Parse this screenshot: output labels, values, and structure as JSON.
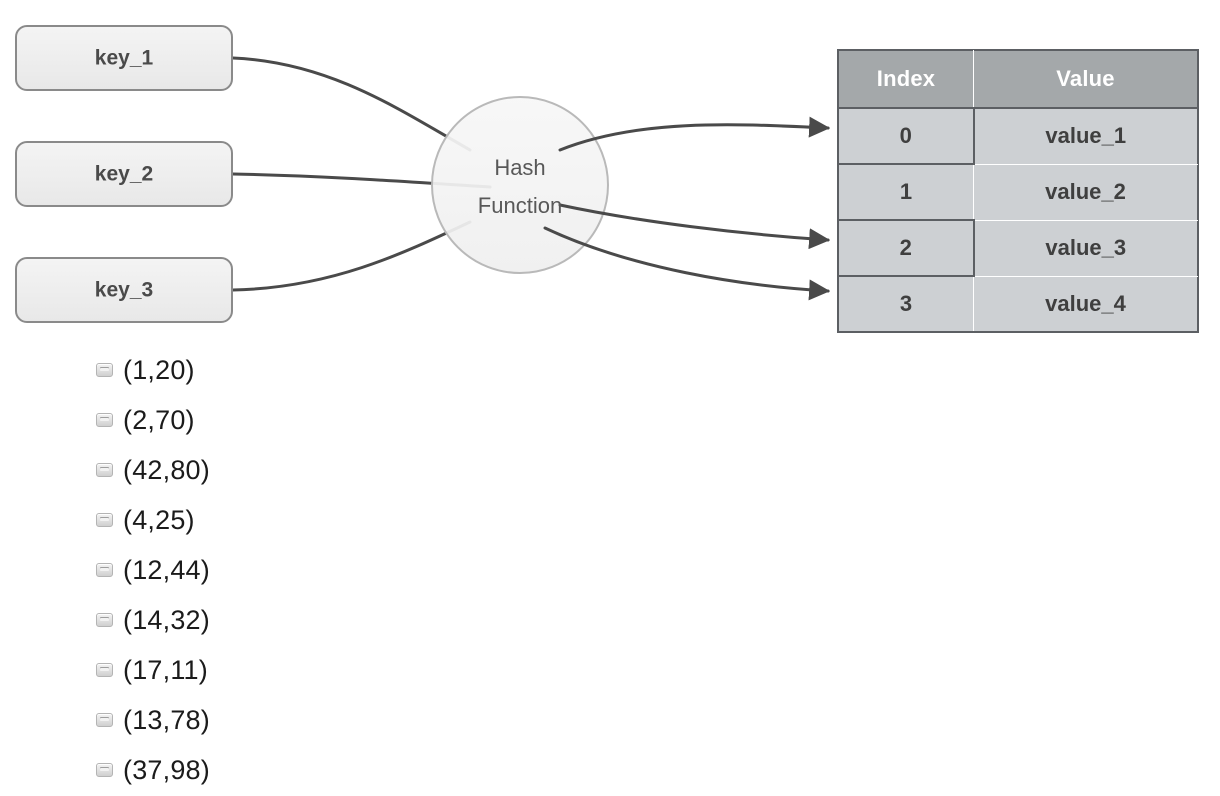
{
  "diagram": {
    "title": "hash-table-diagram",
    "keys": [
      {
        "label": "key_1"
      },
      {
        "label": "key_2"
      },
      {
        "label": "key_3"
      }
    ],
    "hash_function": {
      "line1": "Hash",
      "line2": "Function"
    },
    "table": {
      "columns": [
        "Index",
        "Value"
      ],
      "rows": [
        {
          "index": "0",
          "value": "value_1",
          "highlighted": true
        },
        {
          "index": "1",
          "value": "value_2",
          "highlighted": false
        },
        {
          "index": "2",
          "value": "value_3",
          "highlighted": true
        },
        {
          "index": "3",
          "value": "value_4",
          "highlighted": true
        }
      ]
    },
    "colors": {
      "key_box_fill": "#eeeeee",
      "key_box_border": "#8a8a8a",
      "circle_fill": "#f2f2f2",
      "circle_border": "#b9b9b9",
      "arrow": "#4a4a4a",
      "table_header_bg": "#a4a8aa",
      "table_header_text": "#ffffff",
      "table_cell_bg": "#cdd0d3",
      "table_cell_text": "#3f3f3f",
      "table_border": "#5c5f63"
    }
  },
  "pair_list": {
    "name": "key-value-pair-list",
    "items": [
      {
        "text": "(1,20)"
      },
      {
        "text": "(2,70)"
      },
      {
        "text": "(42,80)"
      },
      {
        "text": "(4,25)"
      },
      {
        "text": "(12,44)"
      },
      {
        "text": "(14,32)"
      },
      {
        "text": "(17,11)"
      },
      {
        "text": "(13,78)"
      },
      {
        "text": "(37,98)"
      }
    ]
  }
}
